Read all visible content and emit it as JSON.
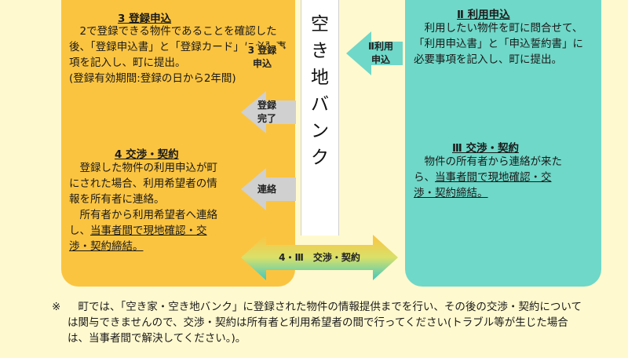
{
  "colors": {
    "background": "#fff9cf",
    "owner_panel": "#fbc440",
    "user_panel": "#6fd8c8",
    "center_column": "#ffffff",
    "gray_arrow": "#d0d0d0"
  },
  "center": {
    "title": "空\nき\n地\nバ\nン\nク"
  },
  "left": {
    "sec3": {
      "title": "3 登録申込",
      "body": "2で登録できる物件であることを確認した後、「登録申込書」と「登録カード」に必要事項を記入し、町に提出。",
      "note": "(登録有効期間:登録の日から2年間)"
    },
    "sec4": {
      "title": "4 交渉・契約",
      "body1": "登録した物件の利用申込が町にされた場合、利用希望者の情報を所有者に連絡。",
      "body2_plain": "所有者から利用希望者へ連絡し、",
      "body2_underlined": "当事者間で現地確認・交渉・契約締結。"
    }
  },
  "right": {
    "secII": {
      "title": "Ⅱ 利用申込",
      "body": "利用したい物件を町に問合せて、「利用申込書」と「申込誓約書」に必要事項を記入し、町に提出。"
    },
    "secIII": {
      "title": "Ⅲ 交渉・契約",
      "body_plain": "物件の所有者から連絡が来たら、",
      "body_underlined": "当事者間で現地確認・交渉・契約締結。"
    }
  },
  "arrows": {
    "register_apply": "3 登録\n申込",
    "register_done": "登録\n完了",
    "contact": "連絡",
    "use_apply": "Ⅱ利用\n申込",
    "negotiate": "4・Ⅲ　交渉・契約"
  },
  "footnote": {
    "mark": "※",
    "text": "町では、「空き家・空き地バンク」に登録された物件の情報提供までを行い、その後の交渉・契約については関与できませんので、交渉・契約は所有者と利用希望者の間で行ってください(トラブル等が生じた場合は、当事者間で解決してください。)。"
  }
}
